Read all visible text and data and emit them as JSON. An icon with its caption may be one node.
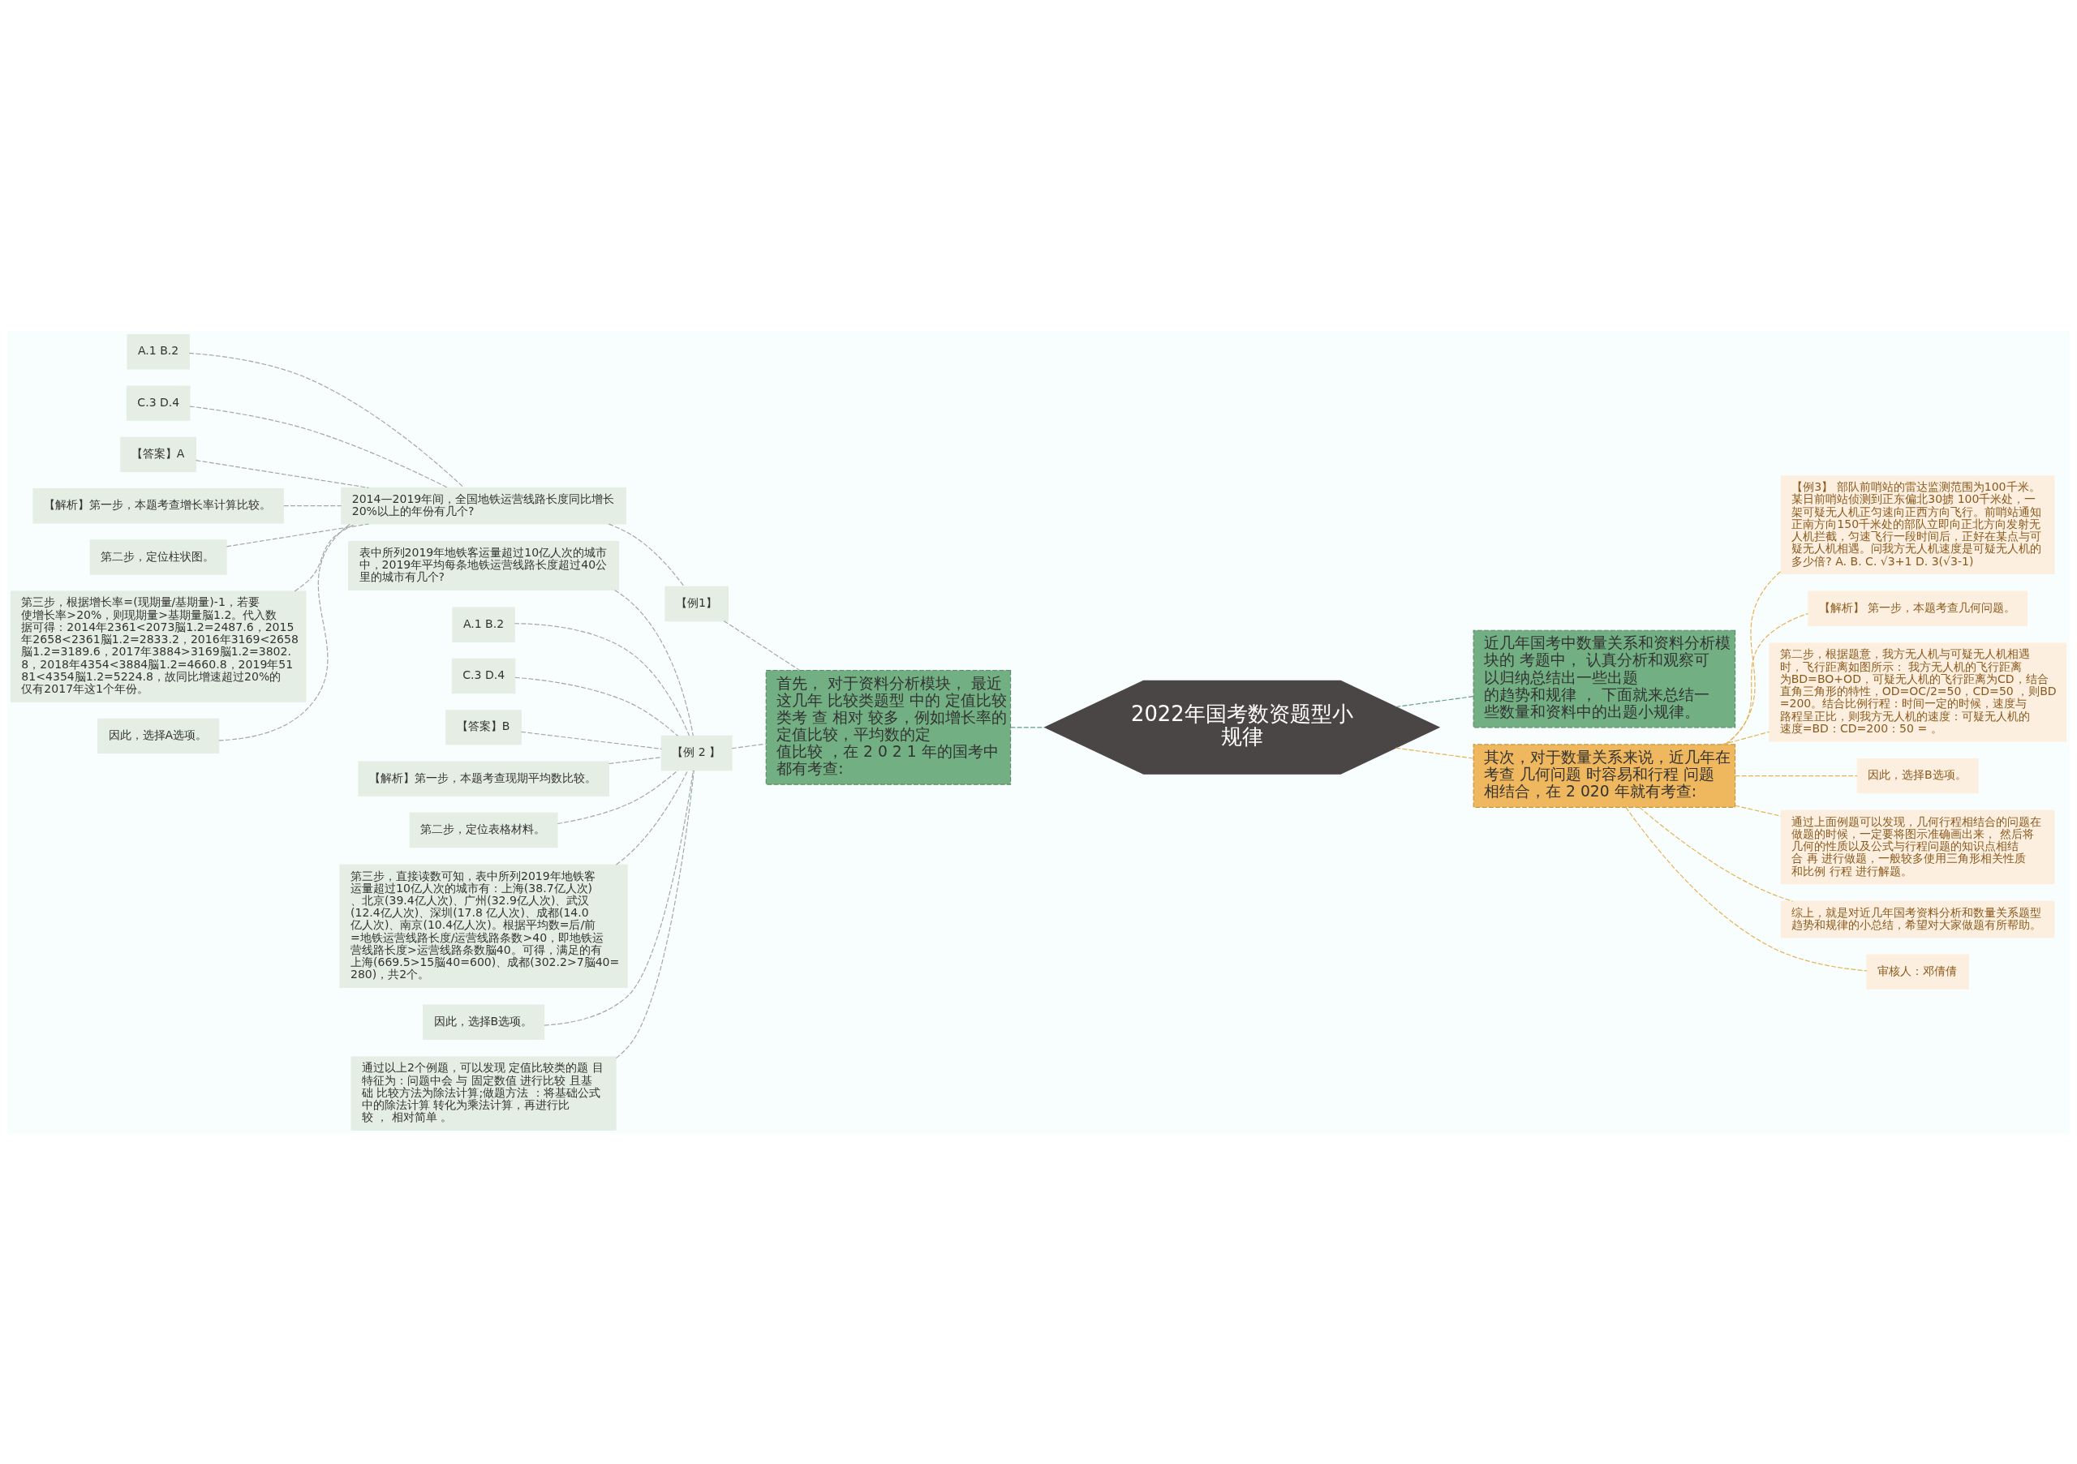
{
  "diagram": {
    "nodes": [
      {
        "text": [
          "2022年国考数资题型小规律"
        ]
      },
      {
        "text": [
          "首先， 对于资料分析模块， 最近这几年 比较类题型 中的 定值比较类考 查 相对 较多，例如增长率的定值比较，平均数的定值比较 ，在 2 0 2 1 年的国考中都有考查:"
        ]
      },
      {
        "text": [
          "【例1】"
        ]
      },
      {
        "text": [
          "2014—2019年间，全国地铁运营线路长度同比增长20%以上的年份有几个?"
        ]
      },
      {
        "text": [
          "A.1 B.2"
        ]
      },
      {
        "text": [
          "C.3 D.4"
        ]
      },
      {
        "text": [
          "【答案】A"
        ]
      },
      {
        "text": [
          "【解析】第一步，本题考查增长率计算比较。"
        ]
      },
      {
        "text": [
          "第二步，定位柱状图。"
        ]
      },
      {
        "text": [
          "第三步，根据增长率=(现期量/基期量)-1，若要使增长率>20%，则现期量>基期量脳1.2。代入数据可得：2014年2361<2073脳1.2=2487.6，2015年2658<2361脳1.2=2833.2，2016年3169<2658脳1.2=3189.6，2017年3884>3169脳1.2=3802.8，2018年4354<3884脳1.2=4660.8，2019年5181<4354脳1.2=5224.8，故同比增速超过20%的仅有2017年这1个年份。"
        ]
      },
      {
        "text": [
          "因此，选择A选项。"
        ]
      },
      {
        "text": [
          "【例 2 】"
        ]
      },
      {
        "text": [
          "表中所列2019年地铁客运量超过10亿人次的城市中，2019年平均每条地铁运营线路长度超过40公里的城市有几个?"
        ]
      },
      {
        "text": [
          "A.1 B.2"
        ]
      },
      {
        "text": [
          "C.3 D.4"
        ]
      },
      {
        "text": [
          "【答案】B"
        ]
      },
      {
        "text": [
          "【解析】第一步，本题考查现期平均数比较。"
        ]
      },
      {
        "text": [
          "第二步，定位表格材料。"
        ]
      },
      {
        "text": [
          "第三步，直接读数可知，表中所列2019年地铁客运量超过10亿人次的城市有：上海(38.7亿人次)、北京(39.4亿人次)、广州(32.9亿人次)、武汉(12.4亿人次)、深圳(17.8 亿人次)、成都(14.0亿人次)、南京(10.4亿人次)。根据平均数=后/前=地铁运营线路长度/运营线路条数>40，即地铁运营线路长度>运营线路条数脳40。可得，满足的有上海(669.5>15脳40=600)、成都(302.2>7脳40=280)，共2个。"
        ]
      },
      {
        "text": [
          "因此，选择B选项。"
        ]
      },
      {
        "text": [
          "通过以上2个例题，可以发现 定值比较类的题 目特征为：问题中会 与 固定数值 进行比较 且基础 比较方法为除法计算;做题方法 ：将基础公式中的除法计算 转化为乘法计算，再进行比较 ， 相对简单 。"
        ]
      },
      {
        "text": [
          "近几年国考中数量关系和资料分析模块的 考题中， 认真分析和观察可以归纳总结出一些出题的趋势和规律 ， 下面就来总结一些数量和资料中的出题小规律。"
        ]
      },
      {
        "text": [
          "其次，对于数量关系来说，近几年在考查 几何问题 时容易和行程 问题相结合，在 2 020 年就有考查:"
        ]
      },
      {
        "text": [
          "【例3】 部队前哨站的雷达监测范围为100千米。某日前哨站侦测到正东偏北30掳 100千米处，一架可疑无人机正匀速向正西方向飞行。前哨站通知正南方向150千米处的部队立即向正北方向发射无人机拦截，匀速飞行一段时间后，正好在某点与可疑无人机相遇。问我方无人机速度是可疑无人机的多少倍? A. B. C. √3+1 D. 3(√3-1)"
        ]
      },
      {
        "text": [
          "【解析】 第一步，本题考查几何问题。"
        ]
      },
      {
        "text": [
          "第二步，根据题意，我方无人机与可疑无人机相遇时，飞行距离如图所示： 我方无人机的飞行距离为BD=BO+OD，可疑无人机的飞行距离为CD，结合直角三角形的特性，OD=OC/2=50，CD=50 ，则BD=200。结合比例行程：时间一定的时候，速度与路程呈正比，则我方无人机的速度：可疑无人机的速度=BD：CD=200：50 = 。"
        ]
      },
      {
        "text": [
          "因此，选择B选项。"
        ]
      },
      {
        "text": [
          "通过上面例题可以发现，几何行程相结合的问题在做题的时候，一定要将图示准确画出来， 然后将几何的性质以及公式与行程问题的知识点相结合 再 进行做题，一般较多使用三角形相关性质和比例 行程 进行解题。"
        ]
      },
      {
        "text": [
          "综上，就是对近几年国考资料分析和数量关系题型趋势和规律的小总结，希望对大家做题有所帮助。"
        ]
      },
      {
        "text": [
          "审核人：邓倩倩"
        ]
      }
    ],
    "edges": [
      {
        "from": 0,
        "to": 1,
        "arrow": "none",
        "style": "dashed",
        "color": "#5f9e84"
      },
      {
        "from": 1,
        "to": 2,
        "arrow": "none",
        "style": "dashed"
      },
      {
        "from": 2,
        "to": 3,
        "arrow": "none",
        "style": "dashed"
      },
      {
        "from": 3,
        "to": 4,
        "arrow": "none",
        "style": "dashed"
      },
      {
        "from": 3,
        "to": 5,
        "arrow": "none",
        "style": "dashed"
      },
      {
        "from": 3,
        "to": 6,
        "arrow": "none",
        "style": "dashed"
      },
      {
        "from": 3,
        "to": 7,
        "arrow": "none",
        "style": "dashed"
      },
      {
        "from": 3,
        "to": 8,
        "arrow": "none",
        "style": "dashed"
      },
      {
        "from": 3,
        "to": 9,
        "arrow": "none",
        "style": "dashed"
      },
      {
        "from": 3,
        "to": 10,
        "arrow": "none",
        "style": "dashed"
      },
      {
        "from": 1,
        "to": 11,
        "arrow": "none",
        "style": "dashed"
      },
      {
        "from": 11,
        "to": 12,
        "arrow": "none",
        "style": "dashed"
      },
      {
        "from": 11,
        "to": 13,
        "arrow": "none",
        "style": "dashed"
      },
      {
        "from": 11,
        "to": 14,
        "arrow": "none",
        "style": "dashed"
      },
      {
        "from": 11,
        "to": 15,
        "arrow": "none",
        "style": "dashed"
      },
      {
        "from": 11,
        "to": 16,
        "arrow": "none",
        "style": "dashed"
      },
      {
        "from": 11,
        "to": 17,
        "arrow": "none",
        "style": "dashed"
      },
      {
        "from": 11,
        "to": 18,
        "arrow": "none",
        "style": "dashed"
      },
      {
        "from": 11,
        "to": 19,
        "arrow": "none",
        "style": "dashed"
      },
      {
        "from": 11,
        "to": 20,
        "arrow": "none",
        "style": "dashed"
      },
      {
        "from": 0,
        "to": 21,
        "arrow": "none",
        "style": "dashed",
        "color": "#5f9e84"
      },
      {
        "from": 0,
        "to": 22,
        "arrow": "none",
        "style": "dashed",
        "color": "#e8b050"
      },
      {
        "from": 22,
        "to": 23,
        "arrow": "none",
        "style": "dashed",
        "color": "#e8b050"
      },
      {
        "from": 22,
        "to": 24,
        "arrow": "none",
        "style": "dashed",
        "color": "#e8b050"
      },
      {
        "from": 22,
        "to": 25,
        "arrow": "none",
        "style": "dashed",
        "color": "#e8b050"
      },
      {
        "from": 22,
        "to": 26,
        "arrow": "none",
        "style": "dashed",
        "color": "#e8b050"
      },
      {
        "from": 22,
        "to": 27,
        "arrow": "none",
        "style": "dashed",
        "color": "#e8b050"
      },
      {
        "from": 22,
        "to": 28,
        "arrow": "none",
        "style": "dashed",
        "color": "#e8b050"
      },
      {
        "from": 22,
        "to": 29,
        "arrow": "none",
        "style": "dashed",
        "color": "#e8b050"
      }
    ]
  }
}
